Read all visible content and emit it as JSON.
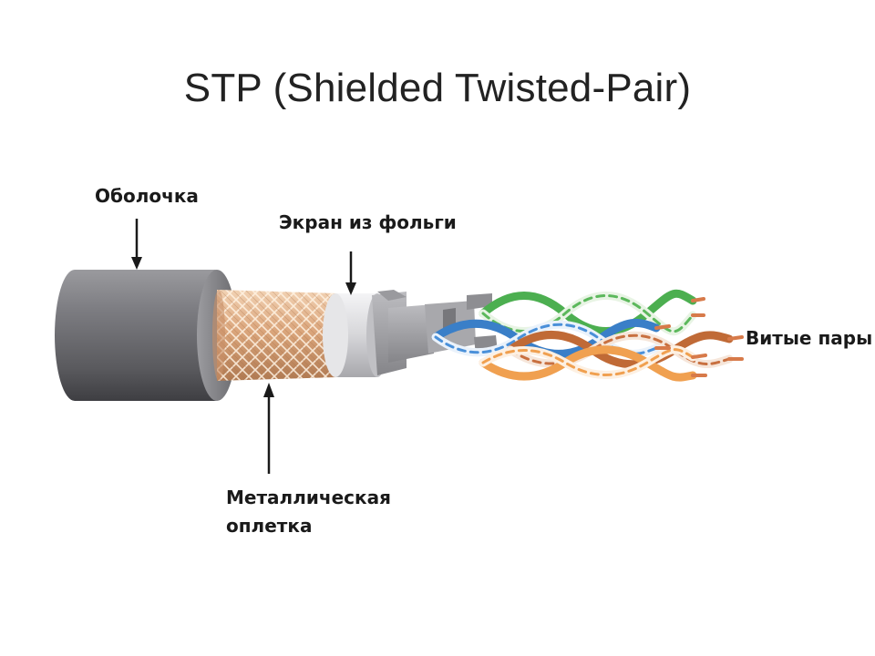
{
  "title": "STP (Shielded Twisted-Pair)",
  "labels": {
    "jacket": "Оболочка",
    "foil": "Экран из фольги",
    "pairs": "Витые пары",
    "braid_line1": "Металлическая",
    "braid_line2": "оплетка"
  },
  "colors": {
    "jacket": "#6f6f73",
    "braid": "#d9a67a",
    "foil": "#d2d2d4",
    "pair_green": "#5cb85c",
    "pair_blue": "#4a90d9",
    "pair_orange": "#f0a050",
    "pair_brown": "#c87040",
    "copper": "#d77a4a",
    "arrow": "#1a1a1a"
  }
}
